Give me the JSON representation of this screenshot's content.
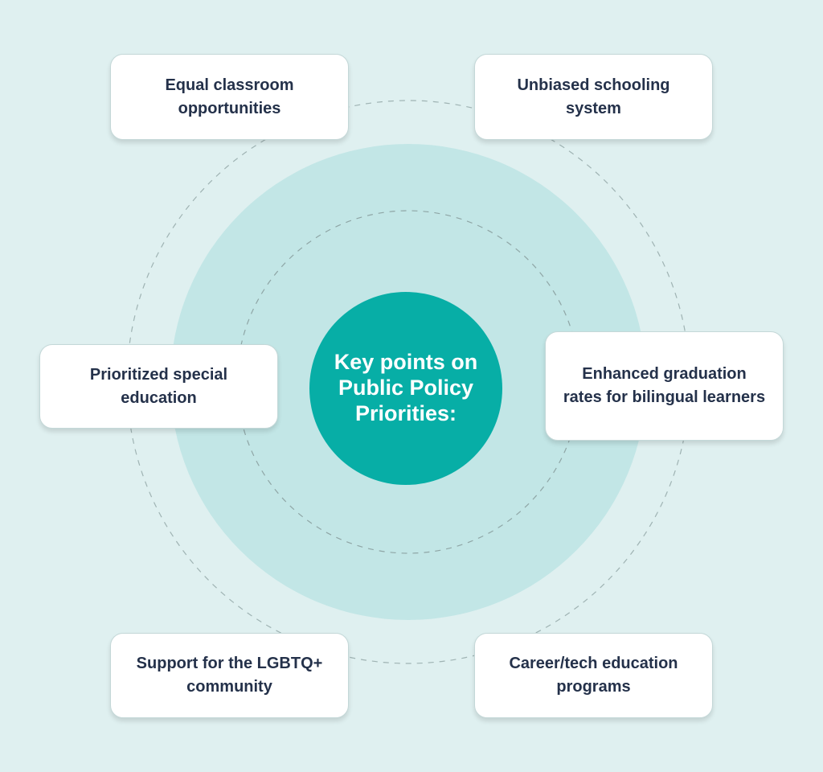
{
  "colors": {
    "background": "#dff0f0",
    "halo": "#c2e6e6",
    "center_circle": "#07aea6",
    "ring_dash": "#9fb3b3",
    "card_background": "#ffffff",
    "card_text": "#24314a",
    "center_text": "#ffffff"
  },
  "center": {
    "title": "Key points on Public Policy Priorities:"
  },
  "points": [
    "Equal classroom opportunities",
    "Unbiased schooling system",
    "Prioritized special education",
    "Enhanced graduation rates for bilingual learners",
    "Support for the LGBTQ+ community",
    "Career/tech education programs"
  ]
}
